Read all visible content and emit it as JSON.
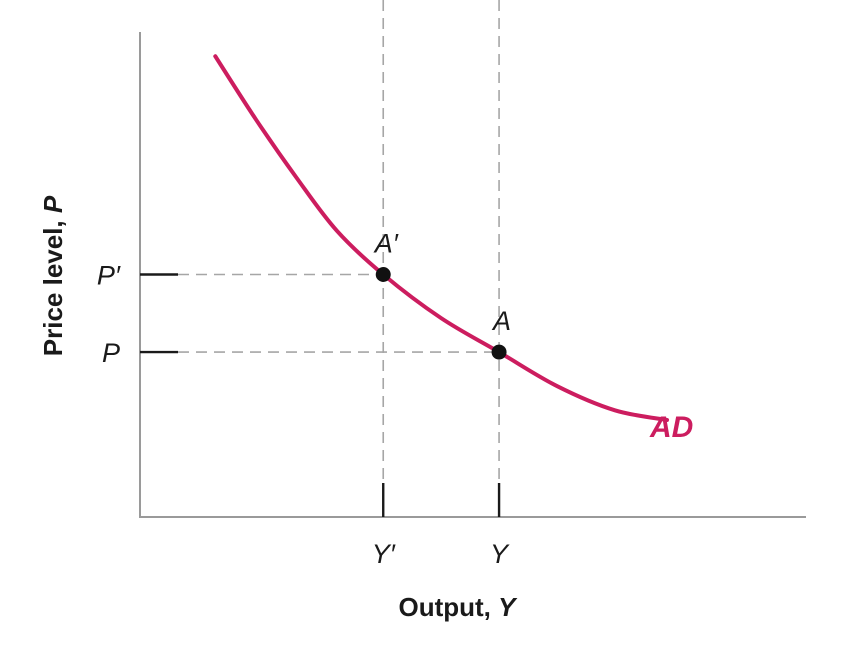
{
  "chart_data": {
    "type": "line",
    "xlabel_text": "Output, ",
    "xlabel_var": "Y",
    "ylabel_text": "Price level, ",
    "ylabel_var": "P",
    "x_ticks": [
      {
        "label": "Y′",
        "value": 0.42
      },
      {
        "label": "Y",
        "value": 0.62
      }
    ],
    "y_ticks": [
      {
        "label": "P′",
        "value": 0.5
      },
      {
        "label": "P",
        "value": 0.34
      }
    ],
    "xlim": [
      0,
      1.15
    ],
    "ylim": [
      0,
      1
    ],
    "grid": false,
    "series": [
      {
        "name": "AD",
        "color": "#cc1d5f",
        "x": [
          0.13,
          0.2,
          0.27,
          0.34,
          0.42,
          0.52,
          0.62,
          0.72,
          0.82,
          0.91
        ],
        "y": [
          0.95,
          0.82,
          0.7,
          0.59,
          0.5,
          0.41,
          0.34,
          0.27,
          0.22,
          0.2
        ]
      }
    ],
    "points": [
      {
        "label": "A′",
        "x": 0.42,
        "y": 0.5
      },
      {
        "label": "A",
        "x": 0.62,
        "y": 0.34
      }
    ]
  }
}
